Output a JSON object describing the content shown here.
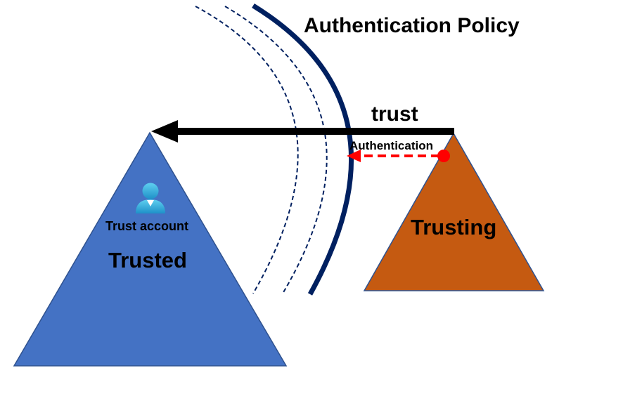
{
  "title": "Authentication Policy",
  "trust_label": "trust",
  "authentication_label": "Authentication",
  "trusted": {
    "label": "Trusted",
    "account_label": "Trust account",
    "account_icon": "user-icon"
  },
  "trusting": {
    "label": "Trusting"
  },
  "colors": {
    "trusted_fill": "#4472c4",
    "trusting_fill": "#c55a11",
    "policy_line": "#002060",
    "auth_arrow": "#ff0000",
    "trust_arrow": "#000000",
    "user_icon": "#41b6e6"
  }
}
